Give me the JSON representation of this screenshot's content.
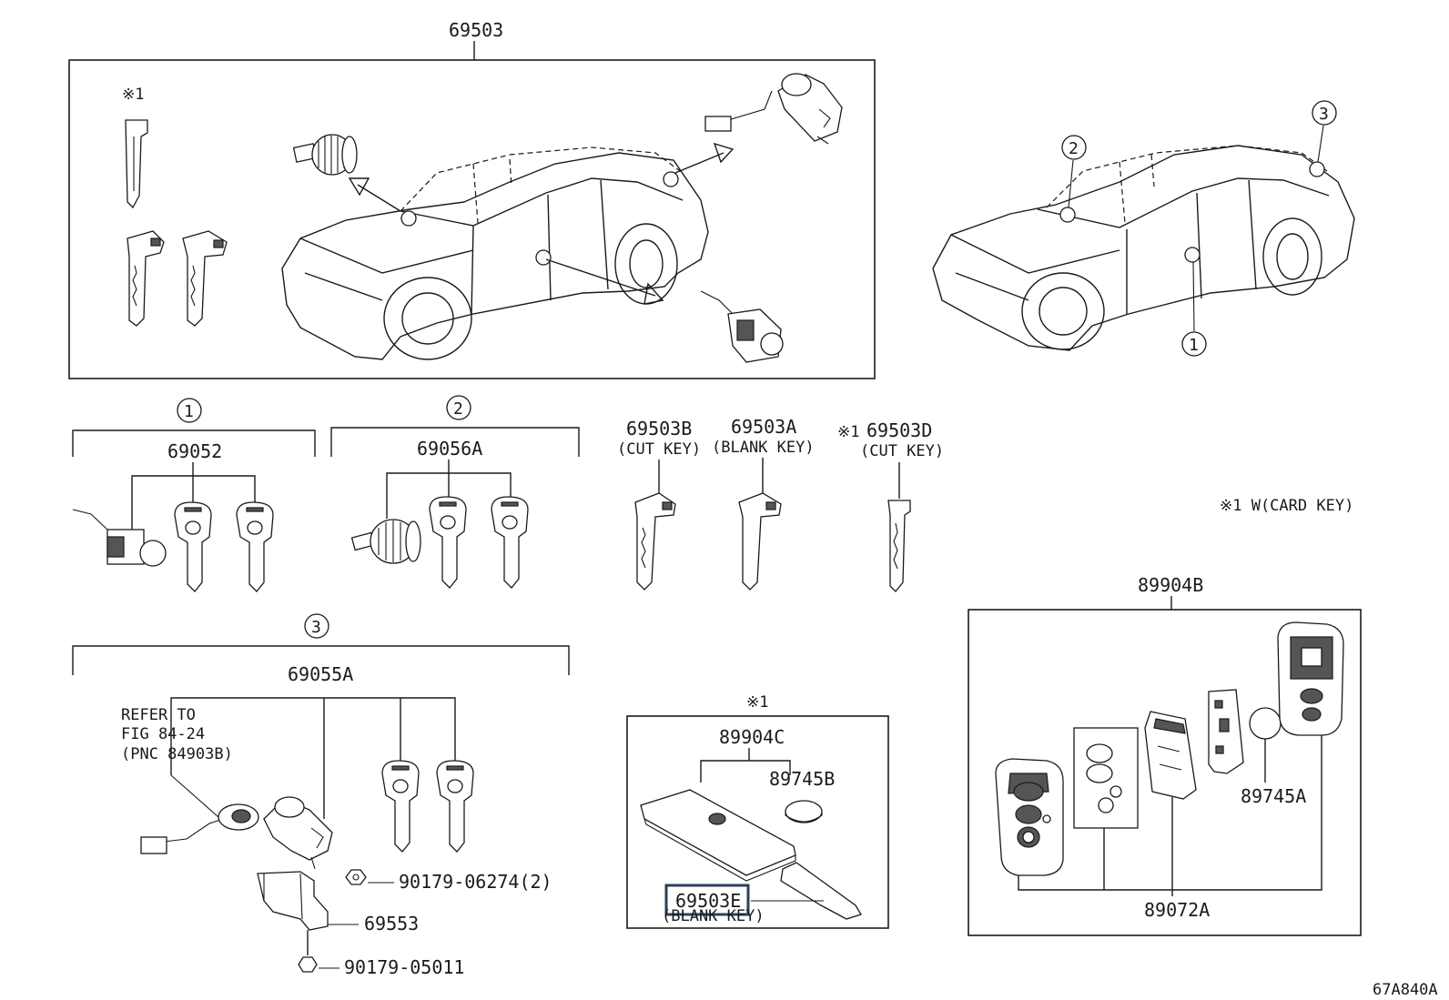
{
  "diagram": {
    "code": "67A840A",
    "groups": {
      "top_assembly": "69503",
      "set1": "69052",
      "set2": "69056A",
      "set3": "69055A",
      "card_set": "89904C",
      "smart_set": "89904B"
    },
    "callouts": {
      "c1": "1",
      "c2": "2",
      "c3": "3"
    },
    "marks": {
      "star1": "※1"
    },
    "keys": {
      "k69503B": "69503B",
      "k69503B_note": "(CUT KEY)",
      "k69503A": "69503A",
      "k69503A_note": "(BLANK KEY)",
      "k69503D": "69503D",
      "k69503D_note": "(CUT KEY)"
    },
    "legend": "※1 W(CARD KEY)",
    "refer": {
      "line1": "REFER TO",
      "line2": "FIG 84-24",
      "line3": "(PNC 84903B)"
    },
    "parts": {
      "p90179_06274": "90179-06274(2)",
      "p69553": "69553",
      "p90179_05011": "90179-05011",
      "p89745B": "89745B",
      "p69503E": "69503E",
      "p69503E_note": "(BLANK KEY)",
      "p89745A": "89745A",
      "p89072A": "89072A"
    }
  }
}
